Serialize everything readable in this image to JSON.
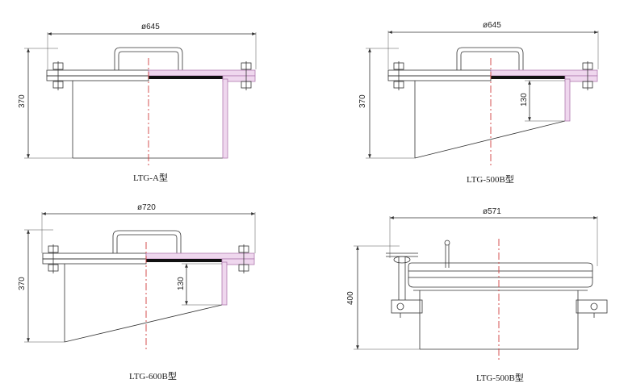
{
  "colors": {
    "line": "#333333",
    "section_fill": "#efd7ee",
    "section_edge": "#b07ab0",
    "centerline": "#d04040",
    "gasket": "#111111"
  },
  "drawings": [
    {
      "id": "ltg-a",
      "caption": "LTG-A型",
      "diameter_label": "ø645",
      "height_label": "370",
      "inner_label": ""
    },
    {
      "id": "ltg-500b-top",
      "caption": "LTG-500B型",
      "diameter_label": "ø645",
      "height_label": "370",
      "inner_label": "130"
    },
    {
      "id": "ltg-600b",
      "caption": "LTG-600B型",
      "diameter_label": "ø720",
      "height_label": "370",
      "inner_label": "130"
    },
    {
      "id": "ltg-500b-bottom",
      "caption": "LTG-500B型",
      "diameter_label": "ø571",
      "height_label": "400",
      "inner_label": ""
    }
  ]
}
